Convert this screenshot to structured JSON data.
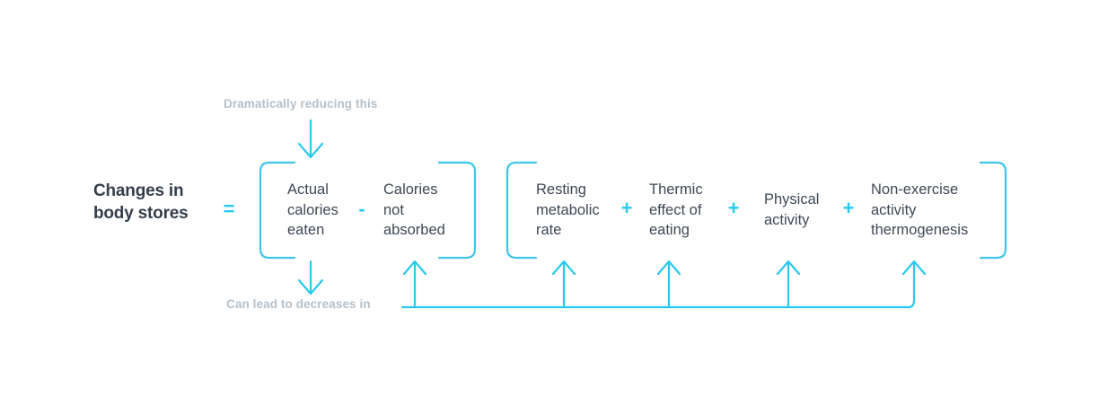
{
  "diagram": {
    "title": "Changes in body stores",
    "title_line1": "Changes in",
    "title_line2": "body stores",
    "colors": {
      "accent_cyan": "#29c9ef",
      "bracket_cyan": "#3fc6e8",
      "text_dark": "#3e4854",
      "title_dark": "#343e4b",
      "annotation_gray": "#b6c0ca",
      "background": "#ffffff"
    },
    "operators": {
      "equals": "=",
      "minus": "-",
      "plus": "+"
    },
    "groups": [
      {
        "name": "energy-intake",
        "terms": [
          {
            "id": "actual-calories-eaten",
            "lines": [
              "Actual",
              "calories",
              "eaten"
            ],
            "text": "Actual calories eaten"
          },
          {
            "id": "calories-not-absorbed",
            "lines": [
              "Calories",
              "not",
              "absorbed"
            ],
            "text": "Calories not absorbed"
          }
        ]
      },
      {
        "name": "energy-expenditure",
        "terms": [
          {
            "id": "resting-metabolic-rate",
            "lines": [
              "Resting",
              "metabolic",
              "rate"
            ],
            "text": "Resting metabolic rate"
          },
          {
            "id": "thermic-effect-of-eating",
            "lines": [
              "Thermic",
              "effect of",
              "eating"
            ],
            "text": "Thermic effect of eating"
          },
          {
            "id": "physical-activity",
            "lines": [
              "Physical",
              "activity"
            ],
            "text": "Physical activity"
          },
          {
            "id": "non-exercise-activity-thermogenesis",
            "lines": [
              "Non-exercise",
              "activity",
              "thermogenesis"
            ],
            "text": "Non-exercise activity thermogenesis"
          }
        ]
      }
    ],
    "annotations": {
      "top": "Dramatically reducing this",
      "bottom": "Can lead to decreases in"
    },
    "icons": {
      "arrow_down_top": "arrow-down-icon",
      "arrow_down_bottom": "arrow-down-icon",
      "arrows_up": "arrow-up-icon"
    }
  }
}
